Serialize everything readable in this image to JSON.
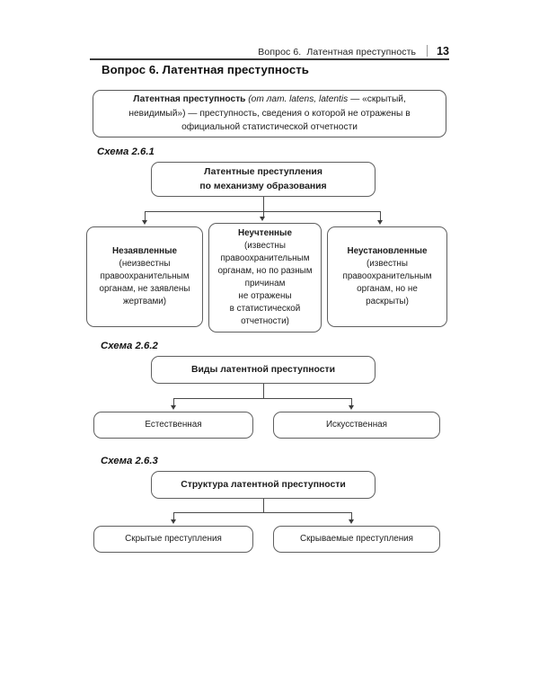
{
  "header": {
    "title": "Вопрос 6.  Латентная преступность",
    "page_number": "13"
  },
  "section": {
    "title": "Вопрос 6. Латентная преступность"
  },
  "definition": {
    "term": "Латентная преступность",
    "etymology_prefix": " (от лат. ",
    "etymology_latin": "latens, latentis",
    "etymology_suffix": " — «скрытый, невидимый») — преступность, сведения о которой не отражены в официальной статистической отчетности"
  },
  "schemes": [
    {
      "caption": "Схема 2.6.1",
      "root": "Латентные преступления\nпо механизму образования",
      "nodes": [
        {
          "title": "Незаявленные",
          "body": "(неизвестны\nправоохранительным\nорганам, не заявлены\nжертвами)"
        },
        {
          "title": "Неучтенные",
          "body": "(известны\nправоохранительным\nорганам, но по разным\nпричинам\nне отражены\nв статистической\nотчетности)"
        },
        {
          "title": "Неустановленные",
          "body": "(известны\nправоохранительным\nорганам, но не\nраскрыты)"
        }
      ]
    },
    {
      "caption": "Схема 2.6.2",
      "root": "Виды латентной преступности",
      "nodes": [
        {
          "title": "",
          "body": "Естественная"
        },
        {
          "title": "",
          "body": "Искусственная"
        }
      ]
    },
    {
      "caption": "Схема 2.6.3",
      "root": "Структура латентной преступности",
      "nodes": [
        {
          "title": "",
          "body": "Скрытые преступления"
        },
        {
          "title": "",
          "body": "Скрываемые преступления"
        }
      ]
    }
  ],
  "colors": {
    "text": "#1a1a1a",
    "border": "#5f5f5f",
    "rule": "#3a3a3a",
    "connector": "#4a4a4a",
    "background": "#ffffff"
  }
}
